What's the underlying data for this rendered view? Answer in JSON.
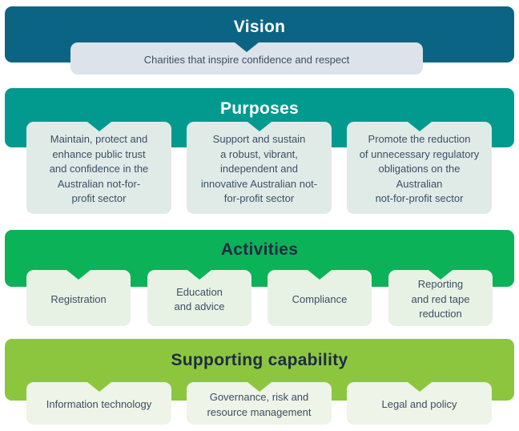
{
  "colors": {
    "vision_band": "#0c6485",
    "purposes_band": "#029a8f",
    "activities_band": "#0cb257",
    "supporting_band": "#8cc63f",
    "vision_card": "#dce3ea",
    "purposes_card": "#e0ebe8",
    "activities_card": "#e7f2e5",
    "supporting_card": "#eef4e7",
    "light_title_text": "#ffffff",
    "dark_title_text": "#1f2a44",
    "card_text": "#3d4e63"
  },
  "sections": [
    {
      "id": "vision",
      "title": "Vision",
      "cards": [
        {
          "label": "Charities that inspire confidence and respect"
        }
      ]
    },
    {
      "id": "purposes",
      "title": "Purposes",
      "cards": [
        {
          "label": "Maintain, protect and\nenhance public trust\nand confidence in the\nAustralian not-for-\nprofit sector"
        },
        {
          "label": "Support and sustain\na robust, vibrant,\nindependent and\ninnovative Australian not-\nfor-profit sector"
        },
        {
          "label": "Promote the reduction\nof unnecessary regulatory\nobligations on the\nAustralian\nnot-for-profit sector"
        }
      ]
    },
    {
      "id": "activities",
      "title": "Activities",
      "cards": [
        {
          "label": "Registration"
        },
        {
          "label": "Education\nand advice"
        },
        {
          "label": "Compliance"
        },
        {
          "label": "Reporting\nand red tape\nreduction"
        }
      ]
    },
    {
      "id": "supporting_capability",
      "title": "Supporting capability",
      "cards": [
        {
          "label": "Information technology"
        },
        {
          "label": "Governance, risk and\nresource management"
        },
        {
          "label": "Legal and policy"
        }
      ]
    }
  ]
}
